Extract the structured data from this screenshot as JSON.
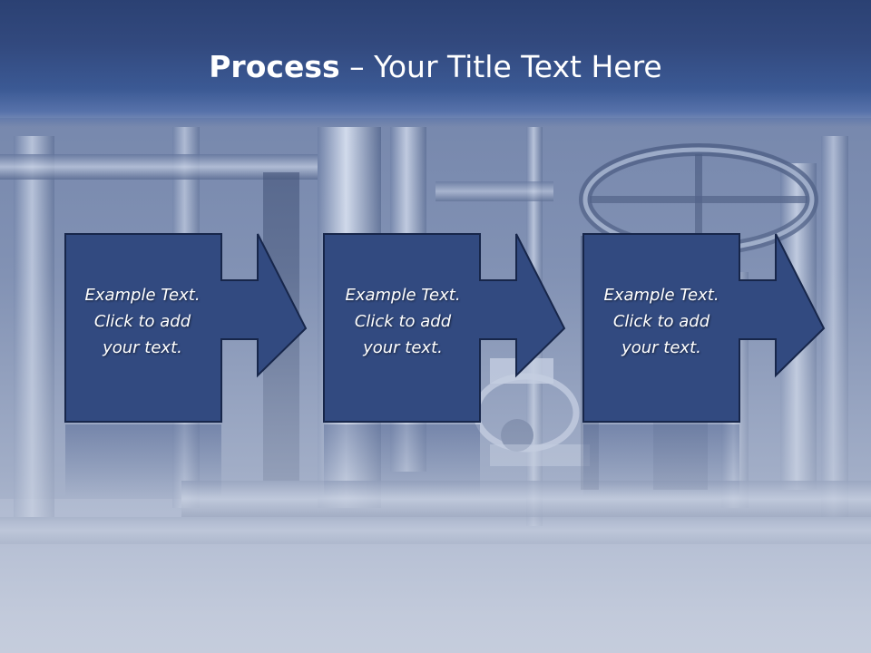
{
  "slide": {
    "title_bold": "Process",
    "title_rest": " – Your Title Text Here"
  },
  "steps": [
    {
      "text": "Example Text.\nClick  to add\nyour text."
    },
    {
      "text": "Example Text.\nClick  to add\nyour text."
    },
    {
      "text": "Example Text.\nClick  to add\nyour text."
    }
  ],
  "colors": {
    "header_top": "#2b4173",
    "box_fill": "#324a80",
    "box_border": "#17264a",
    "text": "#ffffff"
  }
}
